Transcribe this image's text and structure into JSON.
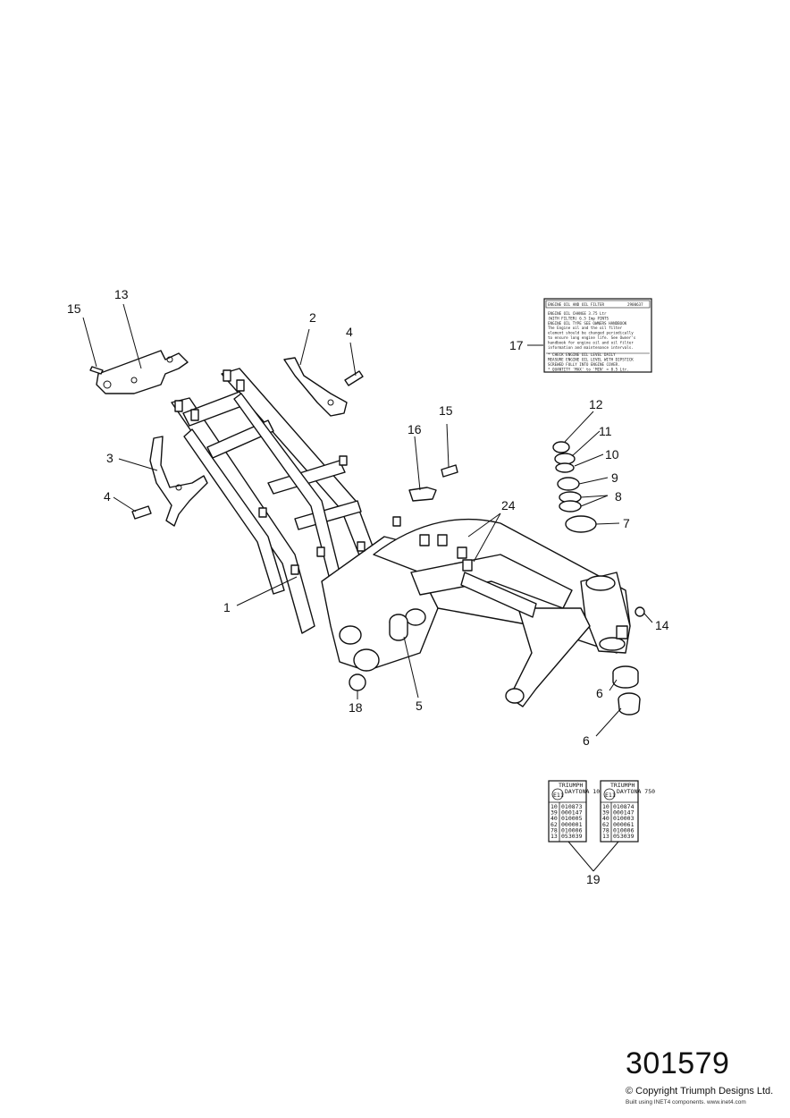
{
  "diagram": {
    "callouts": {
      "c1": "1",
      "c2": "2",
      "c3": "3",
      "c4a": "4",
      "c4b": "4",
      "c5": "5",
      "c6a": "6",
      "c6b": "6",
      "c7": "7",
      "c8": "8",
      "c9": "9",
      "c10": "10",
      "c11": "11",
      "c12": "12",
      "c13": "13",
      "c14": "14",
      "c15a": "15",
      "c15b": "15",
      "c16": "16",
      "c17": "17",
      "c18": "18",
      "c19": "19",
      "c24": "24"
    },
    "oil_label": {
      "heading": "ENGINE OIL AND OIL FILTER",
      "code": "2900637",
      "lines": [
        "ENGINE OIL CHANGE      3.75 Ltr",
        "(WITH FILTER)          6.5 Imp PINTS",
        "ENGINE OIL TYPE        SEE OWNERS HANDBOOK",
        "The Engine oil and the oil filter",
        "element should be changed periodically",
        "to ensure long engine life. See Owner's",
        "handbook for engine oil and oil filter",
        "information and maintenance intervals.",
        "* CHECK ENGINE OIL LEVEL DAILY",
        "  MEASURE ENGINE OIL LEVEL WITH DIPSTICK",
        "  SCREWED FULLY INTO ENGINE COVER.",
        "* QUANTITY 'MAX' to 'MIN' = 0.5 Ltr."
      ]
    },
    "vin_plates": [
      {
        "header": "TRIUMPH",
        "mark": "E11",
        "model": "DAYTONA 1000",
        "rows": [
          [
            "10",
            "010873"
          ],
          [
            "39",
            "000147"
          ],
          [
            "40",
            "010005"
          ],
          [
            "62",
            "000001"
          ],
          [
            "78",
            "010006"
          ],
          [
            "13",
            "053039"
          ]
        ]
      },
      {
        "header": "TRIUMPH",
        "mark": "E11",
        "model": "DAYTONA 750",
        "rows": [
          [
            "10",
            "010874"
          ],
          [
            "39",
            "000147"
          ],
          [
            "40",
            "010003"
          ],
          [
            "62",
            "000061"
          ],
          [
            "78",
            "010006"
          ],
          [
            "13",
            "053039"
          ]
        ]
      }
    ]
  },
  "footer": {
    "diagram_number": "301579",
    "copyright": "© Copyright Triumph Designs Ltd.",
    "built_with": "Built using INET4 components. www.inet4.com"
  }
}
